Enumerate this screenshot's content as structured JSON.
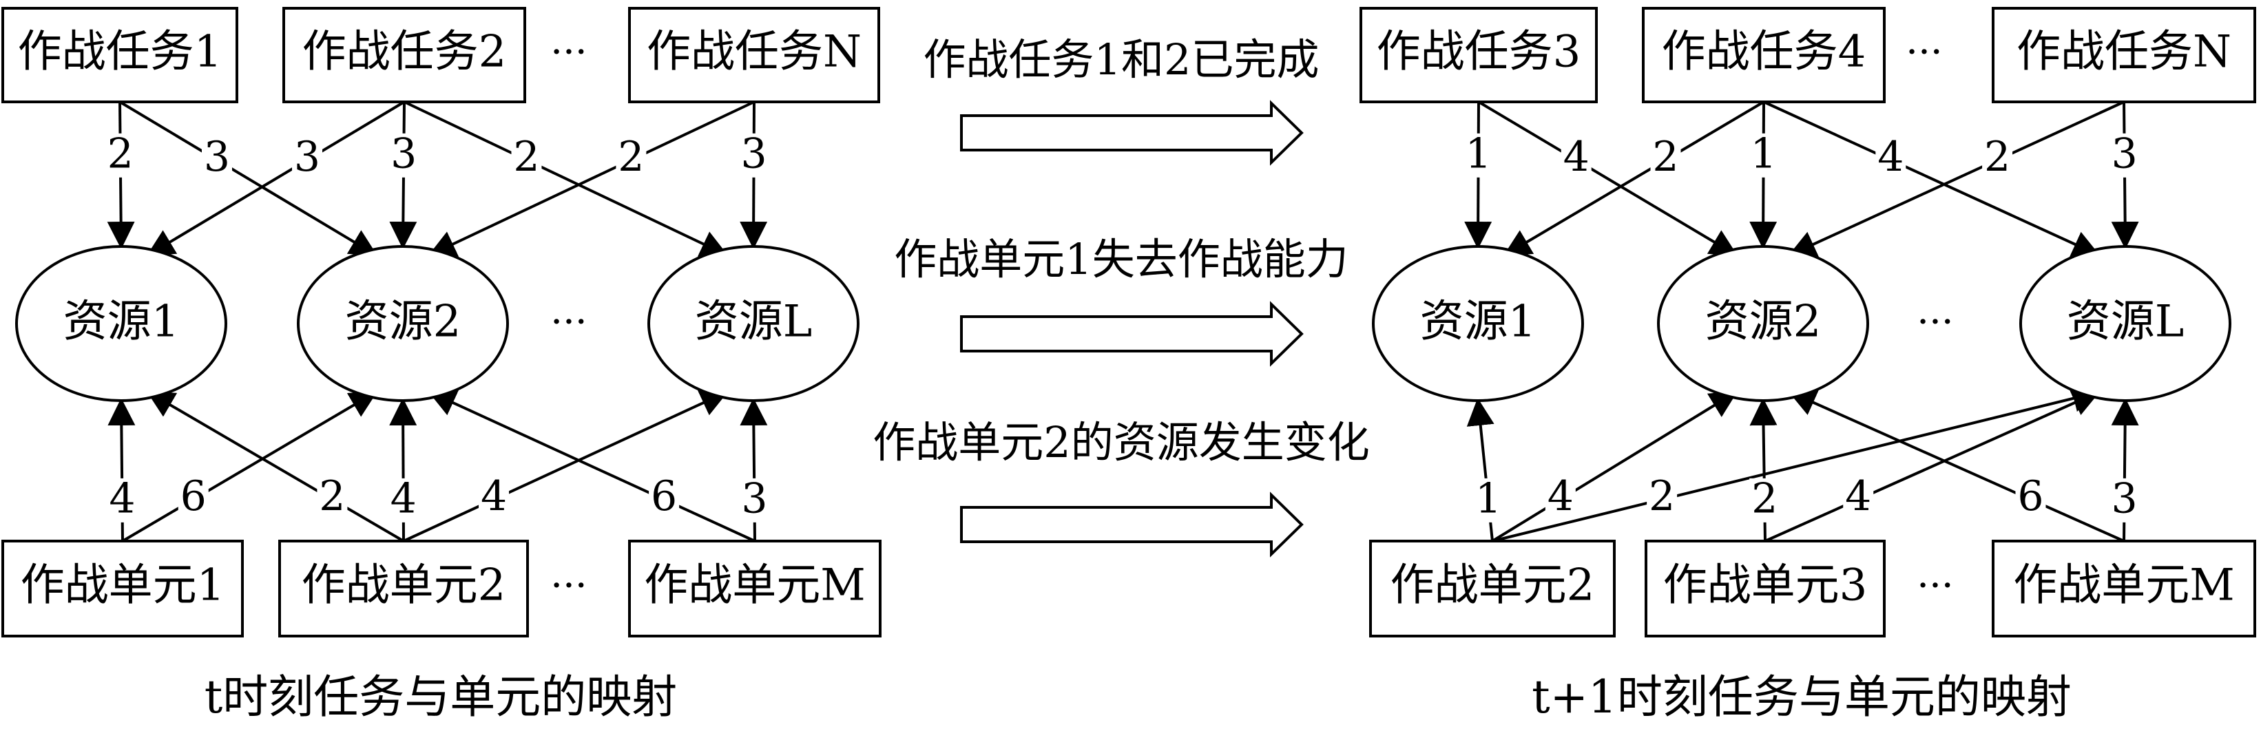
{
  "left": {
    "tasks": [
      "作战任务1",
      "作战任务2",
      "作战任务N"
    ],
    "resources": [
      "资源1",
      "资源2",
      "资源L"
    ],
    "units": [
      "作战单元1",
      "作战单元2",
      "作战单元M"
    ],
    "dots": "···",
    "task_edges": [
      {
        "from": 0,
        "to": 0,
        "label": "2"
      },
      {
        "from": 0,
        "to": 1,
        "label": "3"
      },
      {
        "from": 1,
        "to": 0,
        "label": "3"
      },
      {
        "from": 1,
        "to": 1,
        "label": "3"
      },
      {
        "from": 1,
        "to": 2,
        "label": "2"
      },
      {
        "from": 2,
        "to": 1,
        "label": "2"
      },
      {
        "from": 2,
        "to": 2,
        "label": "3"
      }
    ],
    "unit_edges": [
      {
        "from": 0,
        "to": 0,
        "label": "4"
      },
      {
        "from": 0,
        "to": 1,
        "label": "6"
      },
      {
        "from": 1,
        "to": 0,
        "label": "2"
      },
      {
        "from": 1,
        "to": 1,
        "label": "4"
      },
      {
        "from": 1,
        "to": 2,
        "label": "4"
      },
      {
        "from": 2,
        "to": 1,
        "label": "6"
      },
      {
        "from": 2,
        "to": 2,
        "label": "3"
      }
    ],
    "caption": "t时刻任务与单元的映射"
  },
  "right": {
    "tasks": [
      "作战任务3",
      "作战任务4",
      "作战任务N"
    ],
    "resources": [
      "资源1",
      "资源2",
      "资源L"
    ],
    "units": [
      "作战单元2",
      "作战单元3",
      "作战单元M"
    ],
    "dots": "···",
    "task_edges": [
      {
        "from": 0,
        "to": 0,
        "label": "1"
      },
      {
        "from": 0,
        "to": 1,
        "label": "4"
      },
      {
        "from": 1,
        "to": 0,
        "label": "2"
      },
      {
        "from": 1,
        "to": 1,
        "label": "1"
      },
      {
        "from": 1,
        "to": 2,
        "label": "4"
      },
      {
        "from": 2,
        "to": 1,
        "label": "2"
      },
      {
        "from": 2,
        "to": 2,
        "label": "3"
      }
    ],
    "unit_edges": [
      {
        "from": 0,
        "to": 0,
        "label": "1"
      },
      {
        "from": 0,
        "to": 1,
        "label": "4"
      },
      {
        "from": 0,
        "to": 2,
        "label": "2"
      },
      {
        "from": 1,
        "to": 1,
        "label": "2"
      },
      {
        "from": 1,
        "to": 2,
        "label": "4"
      },
      {
        "from": 2,
        "to": 1,
        "label": "6"
      },
      {
        "from": 2,
        "to": 2,
        "label": "3"
      }
    ],
    "caption": "t+1时刻任务与单元的映射"
  },
  "transitions": [
    "作战任务1和2已完成",
    "作战单元1失去作战能力",
    "作战单元2的资源发生变化"
  ]
}
